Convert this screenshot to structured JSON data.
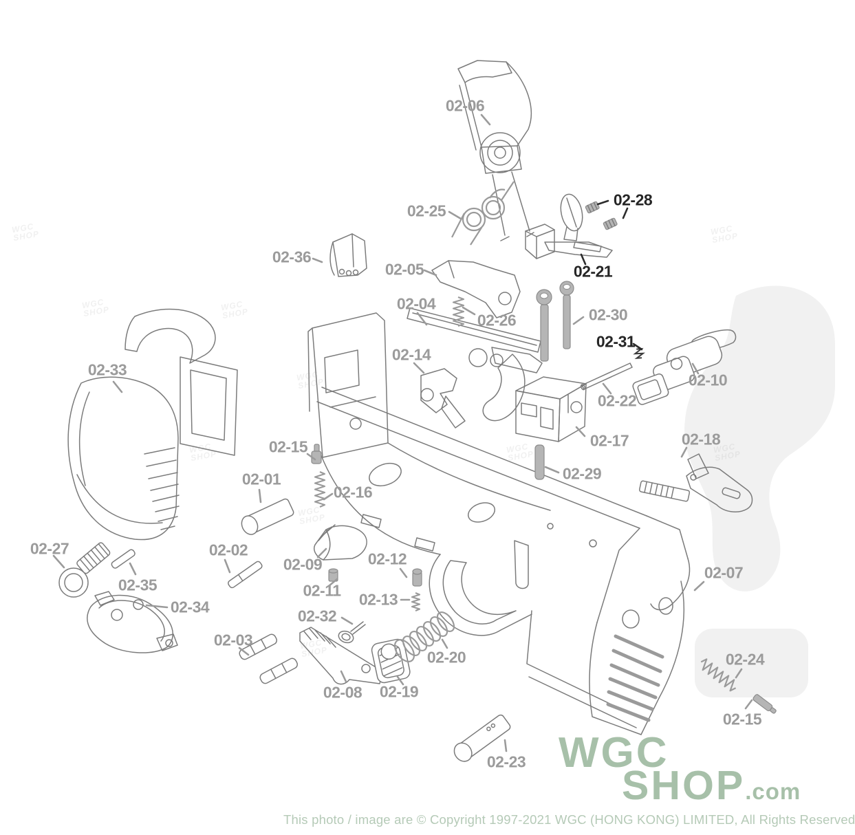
{
  "page": {
    "type": "exploded-parts-diagram",
    "background": "#ffffff"
  },
  "labels": [
    {
      "text": "02-06",
      "tone": "gray"
    },
    {
      "text": "02-25",
      "tone": "gray"
    },
    {
      "text": "02-36",
      "tone": "gray"
    },
    {
      "text": "02-05",
      "tone": "gray"
    },
    {
      "text": "02-04",
      "tone": "gray"
    },
    {
      "text": "02-26",
      "tone": "gray"
    },
    {
      "text": "02-28",
      "tone": "black"
    },
    {
      "text": "02-21",
      "tone": "black"
    },
    {
      "text": "02-30",
      "tone": "gray"
    },
    {
      "text": "02-31",
      "tone": "black"
    },
    {
      "text": "02-10",
      "tone": "gray"
    },
    {
      "text": "02-14",
      "tone": "gray"
    },
    {
      "text": "02-22",
      "tone": "gray"
    },
    {
      "text": "02-17",
      "tone": "gray"
    },
    {
      "text": "02-18",
      "tone": "gray"
    },
    {
      "text": "02-29",
      "tone": "gray"
    },
    {
      "text": "02-33",
      "tone": "gray"
    },
    {
      "text": "02-15",
      "tone": "gray"
    },
    {
      "text": "02-01",
      "tone": "gray"
    },
    {
      "text": "02-16",
      "tone": "gray"
    },
    {
      "text": "02-02",
      "tone": "gray"
    },
    {
      "text": "02-09",
      "tone": "gray"
    },
    {
      "text": "02-12",
      "tone": "gray"
    },
    {
      "text": "02-27",
      "tone": "gray"
    },
    {
      "text": "02-35",
      "tone": "gray"
    },
    {
      "text": "02-11",
      "tone": "gray"
    },
    {
      "text": "02-13",
      "tone": "gray"
    },
    {
      "text": "02-34",
      "tone": "gray"
    },
    {
      "text": "02-32",
      "tone": "gray"
    },
    {
      "text": "02-03",
      "tone": "gray"
    },
    {
      "text": "02-20",
      "tone": "gray"
    },
    {
      "text": "02-08",
      "tone": "gray"
    },
    {
      "text": "02-19",
      "tone": "gray"
    },
    {
      "text": "02-07",
      "tone": "gray"
    },
    {
      "text": "02-24",
      "tone": "gray"
    },
    {
      "text": "02-15",
      "tone": "gray"
    },
    {
      "text": "02-23",
      "tone": "gray"
    }
  ],
  "watermark": {
    "line1": "WGC",
    "line2": "SHOP"
  },
  "logo": {
    "wgc": "WGC",
    "shop": "SHOP",
    "dotcom": ".com",
    "color": "#a7c0a9"
  },
  "footer": {
    "copyright": "This photo / image are © Copyright 1997-2021 WGC (HONG KONG) LIMITED, All Rights Reserved"
  },
  "colors": {
    "label_gray": "#9b9b9b",
    "label_black": "#262626",
    "line": "#7b7b7b",
    "logo_green": "#a7c0a9",
    "footer_green": "#b5cab7"
  }
}
